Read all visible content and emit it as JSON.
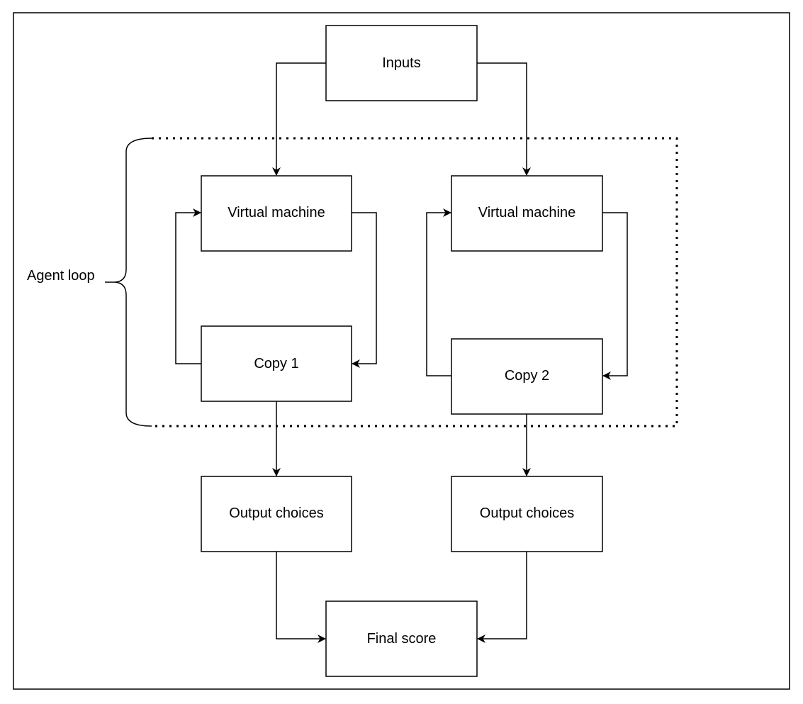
{
  "nodes": {
    "inputs": "Inputs",
    "vm1": "Virtual machine",
    "vm2": "Virtual machine",
    "copy1": "Copy 1",
    "copy2": "Copy 2",
    "output1": "Output choices",
    "output2": "Output choices",
    "final": "Final score"
  },
  "group": {
    "label": "Agent loop"
  },
  "edges": [
    {
      "from": "inputs",
      "to": "vm1"
    },
    {
      "from": "inputs",
      "to": "vm2"
    },
    {
      "from": "vm1",
      "to": "copy1"
    },
    {
      "from": "copy1",
      "to": "vm1"
    },
    {
      "from": "vm2",
      "to": "copy2"
    },
    {
      "from": "copy2",
      "to": "vm2"
    },
    {
      "from": "copy1",
      "to": "output1"
    },
    {
      "from": "copy2",
      "to": "output2"
    },
    {
      "from": "output1",
      "to": "final"
    },
    {
      "from": "output2",
      "to": "final"
    }
  ]
}
